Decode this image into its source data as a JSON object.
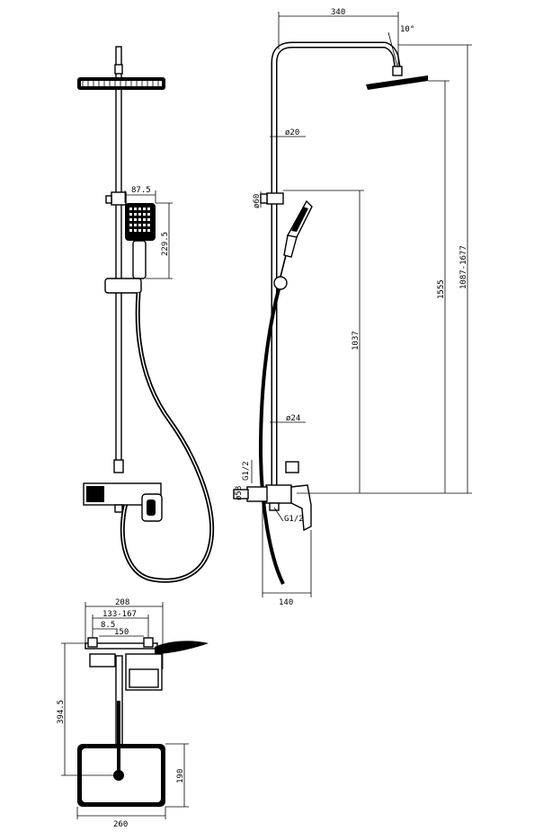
{
  "dimensions": {
    "top_width": "340",
    "angle": "10°",
    "pipe_top": "ø20",
    "pipe_bottom": "ø24",
    "slider": "ø60",
    "hand_width": "87.5",
    "hand_length": "229.5",
    "height_1037": "1037",
    "height_1555": "1555",
    "height_range": "1087-1677",
    "thread_upper": "G1/2",
    "thread_lower": "G1/2",
    "thread_side": "ø58",
    "depth_140": "140",
    "plan_208": "208",
    "plan_centers": "133-167",
    "plan_85": "8.5",
    "plan_150": "150",
    "plan_3945": "394.5",
    "plan_190": "190",
    "plan_260": "260"
  }
}
